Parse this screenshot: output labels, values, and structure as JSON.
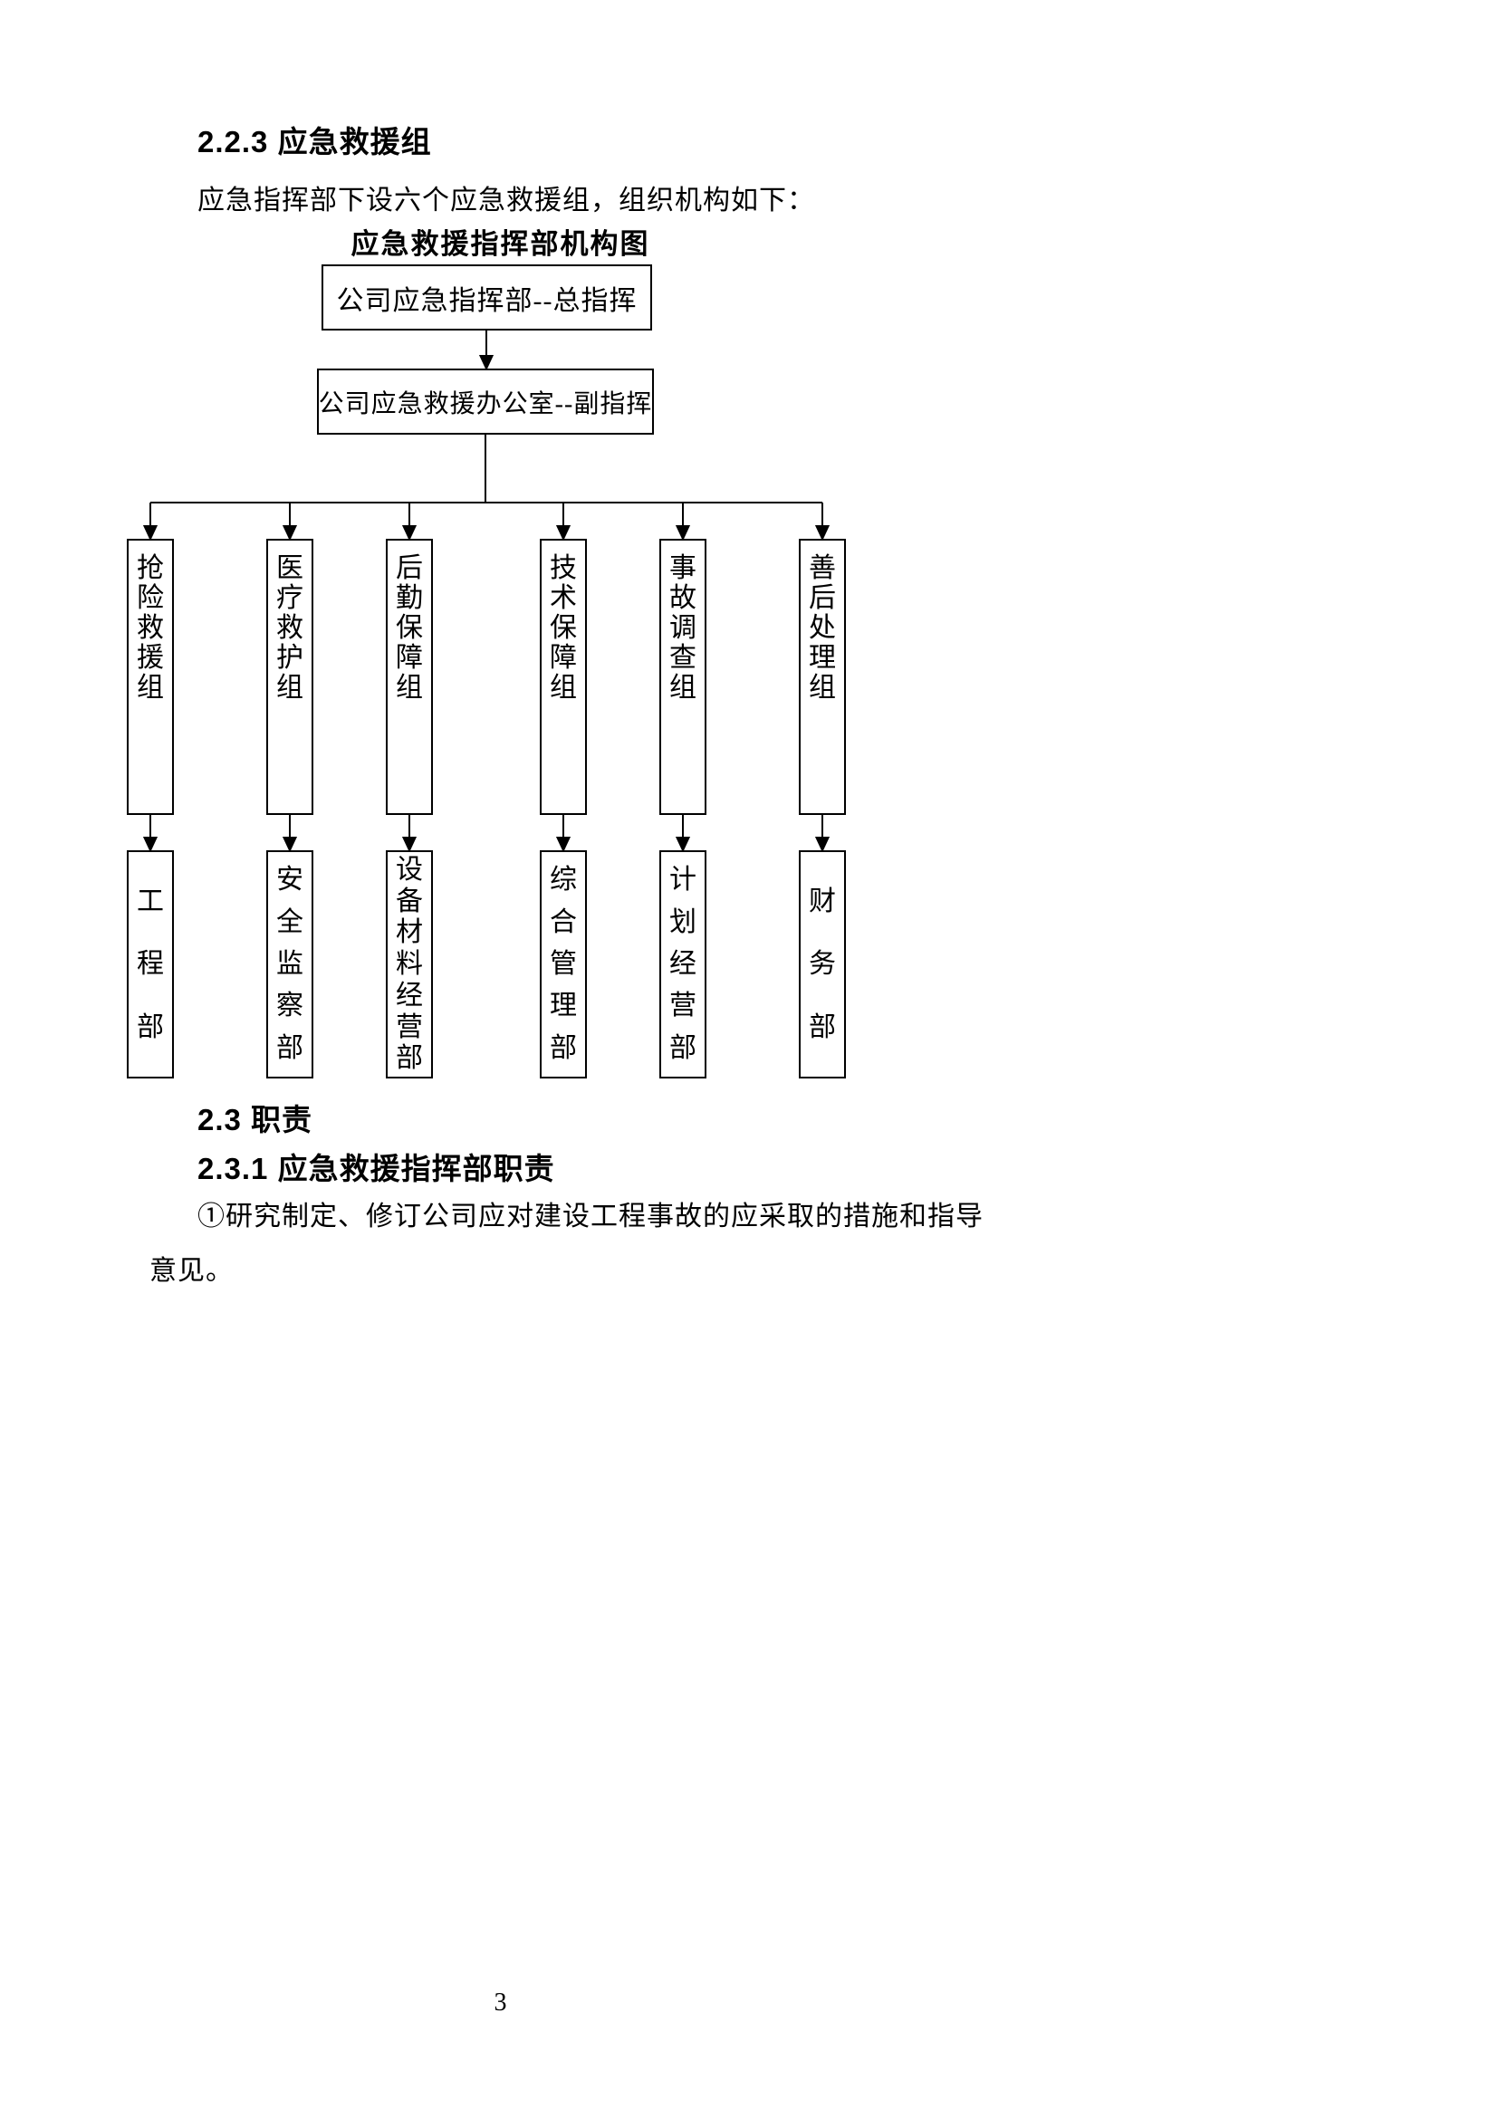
{
  "document": {
    "heading_223": "2.2.3 应急救援组",
    "intro_paragraph": "应急指挥部下设六个应急救援组，组织机构如下：",
    "heading_23": "2.3 职责",
    "heading_231": "2.3.1 应急救援指挥部职责",
    "duty_paragraph_line1": "①研究制定、修订公司应对建设工程事故的应采取的措施和指导",
    "duty_paragraph_line2": "意见。",
    "page_number": "3"
  },
  "org_chart": {
    "title": "应急救援指挥部机构图",
    "level1": "公司应急指挥部--总指挥",
    "level2": "公司应急救援办公室--副指挥",
    "groups": [
      "抢险救援组",
      "医疗救护组",
      "后勤保障组",
      "技术保障组",
      "事故调查组",
      "善后处理组"
    ],
    "departments": [
      "工程部",
      "安全监察部",
      "设备材料经营部",
      "综合管理部",
      "计划经营部",
      "财务部"
    ]
  }
}
